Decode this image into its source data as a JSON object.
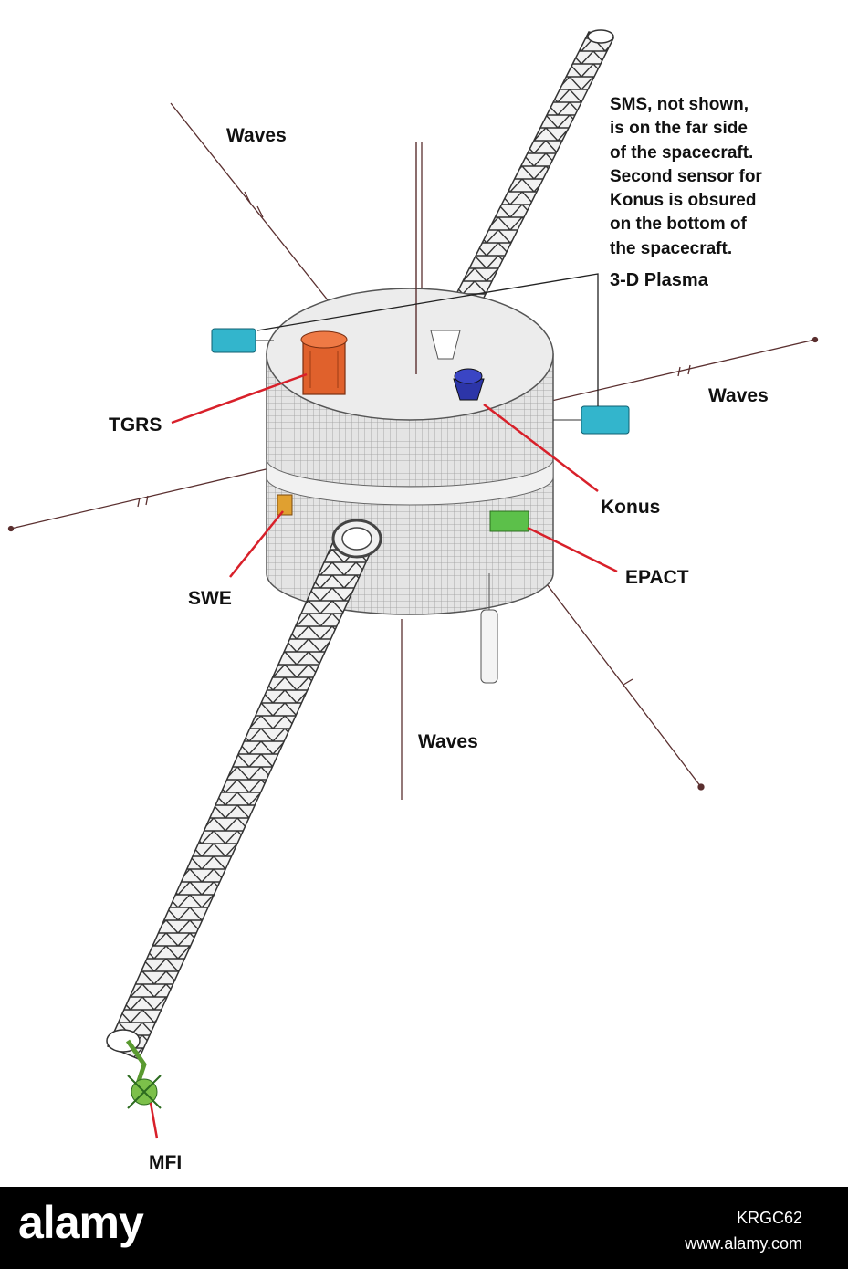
{
  "labels": {
    "waves_top_left": "Waves",
    "waves_right": "Waves",
    "waves_bottom": "Waves",
    "plasma_3d": "3-D Plasma",
    "tgrs": "TGRS",
    "konus": "Konus",
    "swe": "SWE",
    "epact": "EPACT",
    "mfi": "MFI"
  },
  "note_lines": [
    "SMS, not shown,",
    "is on the far side",
    "of the spacecraft.",
    "Second sensor for",
    "Konus is obsured",
    "on the bottom of",
    "the spacecraft."
  ],
  "watermark": {
    "logo": "alamy",
    "code": "KRGC62",
    "url": "www.alamy.com"
  },
  "colors": {
    "leader_line": "#d8202a",
    "tgrs_instrument": "#e0612c",
    "konus_instrument": "#2c35a8",
    "plasma_sensor": "#33b5cc",
    "epact_panel": "#5cc04a",
    "mfi_sensor": "#7cc04a",
    "body_grid": "#a5a5a5"
  }
}
